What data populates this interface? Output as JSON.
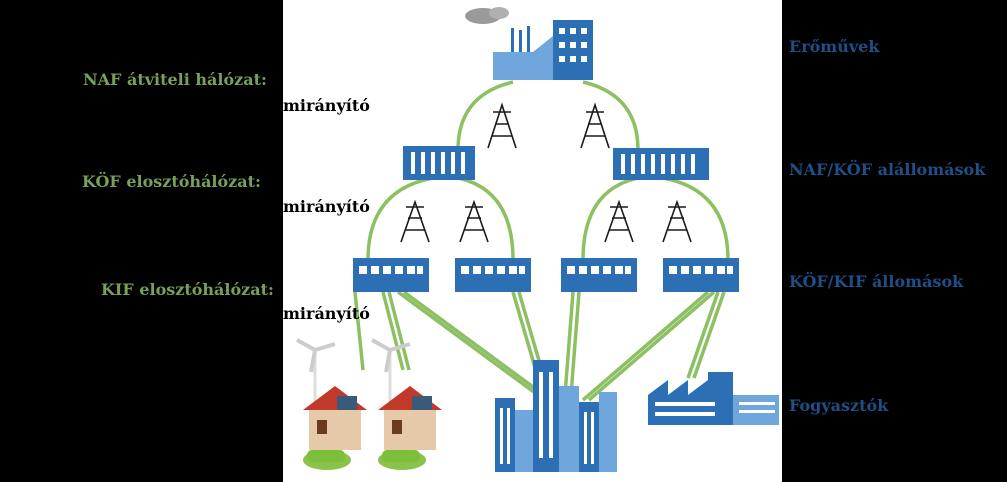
{
  "left_labels": {
    "naf": "NAF átviteli hálózat:",
    "kof": "KÖF elosztóhálózat:",
    "kif": "KIF elosztóhálózat:"
  },
  "controller_fragment": "mirányító",
  "right_labels": {
    "power_plants": "Erőművek",
    "naf_kof_substations": "NAF/KÖF alállomások",
    "kof_kif_stations": "KÖF/KIF állomások",
    "consumers": "Fogyasztók"
  },
  "colors": {
    "line_green": "#8cc063",
    "label_green": "#77a05a",
    "label_blue": "#1f4f85",
    "building_blue": "#2c6fb5",
    "building_light": "#6fa7dc"
  },
  "icons": [
    "power-plant-icon",
    "substation-icon",
    "transmission-tower-icon",
    "station-icon",
    "wind-house-icon",
    "city-buildings-icon",
    "factory-icon"
  ]
}
